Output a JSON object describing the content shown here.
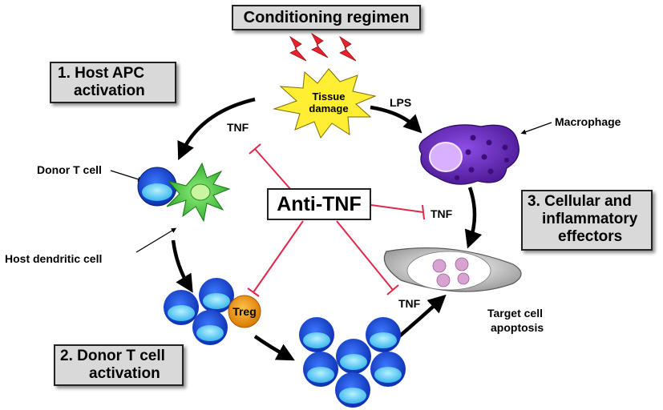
{
  "boxes": {
    "conditioning": "Conditioning regimen",
    "host_apc_line1": "1.  Host APC",
    "host_apc_line2": "activation",
    "donor_t_line1": "2. Donor T cell",
    "donor_t_line2": "activation",
    "effectors_line1": "3. Cellular and",
    "effectors_line2": "inflammatory",
    "effectors_line3": "effectors"
  },
  "center": {
    "anti_tnf": "Anti-TNF"
  },
  "labels": {
    "tissue_damage_1": "Tissue",
    "tissue_damage_2": "damage",
    "lps": "LPS",
    "macrophage": "Macrophage",
    "donor_t_cell": "Donor T cell",
    "host_dendritic_cell": "Host dendritic cell",
    "tnf_left": "TNF",
    "tnf_right": "TNF",
    "tnf_bottom": "TNF",
    "treg": "Treg",
    "target_cell_1": "Target cell",
    "target_cell_2": "apoptosis"
  },
  "colors": {
    "inhibition": "#e0294a",
    "lightning": "#e8232e",
    "tissue_damage": "#ffee33",
    "macrophage": "#6a2bc0",
    "t_cell_outer": "#1a4fd8",
    "t_cell_inner": "#5fd0f5",
    "dendritic_cell": "#43c23c",
    "treg": "#f29a1a",
    "target_cell": "#d8d8d8"
  }
}
